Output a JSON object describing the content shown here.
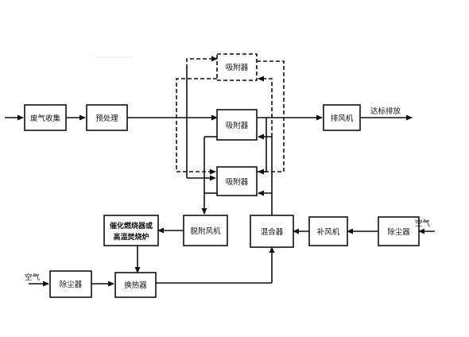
{
  "diagram": {
    "boxes": {
      "waste_gas_collection": "废气收集",
      "pretreatment": "预处理",
      "adsorber_top": "吸附器",
      "adsorber_middle": "吸附器",
      "adsorber_bottom": "吸附器",
      "exhaust_fan": "排风机",
      "catalytic_line1": "催化燃烧器或",
      "catalytic_line2": "高温焚烧炉",
      "desorption_fan": "脱附风机",
      "mixer": "混合器",
      "makeup_fan": "补风机",
      "dust_remover_right": "除尘器",
      "dust_remover_left": "除尘器",
      "heat_exchanger": "换热器"
    },
    "labels": {
      "discharge": "达标排放",
      "air_right": "空气",
      "air_left": "空气"
    }
  }
}
